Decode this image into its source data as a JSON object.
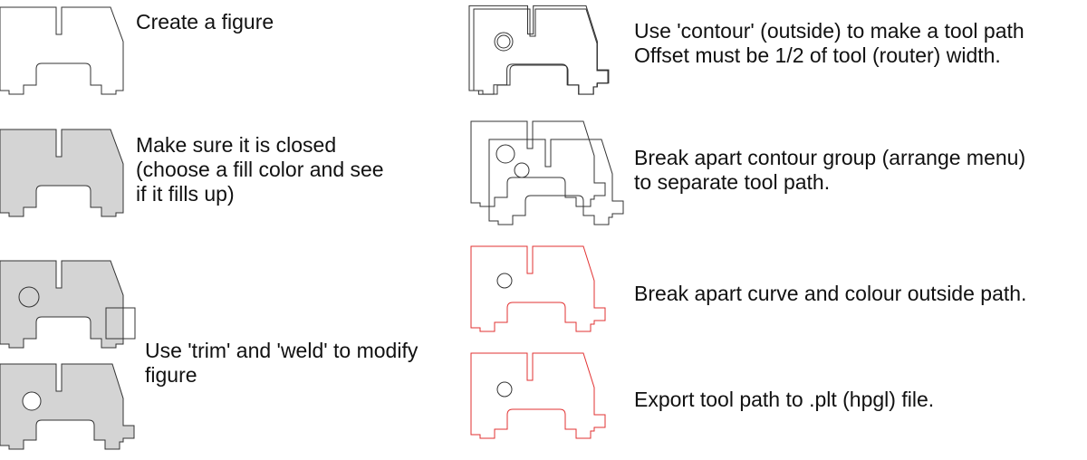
{
  "colors": {
    "outline": "#333333",
    "fill": "#d4d4d4",
    "toolpath_red": "#e23232",
    "text": "#111111"
  },
  "steps": [
    {
      "id": "create",
      "lines": [
        "Create a figure"
      ]
    },
    {
      "id": "closed",
      "lines": [
        "Make sure it is closed",
        "(choose a fill color and see",
        "if it fills up)"
      ]
    },
    {
      "id": "trim",
      "lines": [
        "Use 'trim' and 'weld' to modify",
        "figure"
      ]
    },
    {
      "id": "contour",
      "lines": [
        "Use 'contour' (outside) to make a tool path",
        "Offset must be 1/2 of tool (router) width."
      ]
    },
    {
      "id": "break-group",
      "lines": [
        "Break apart contour group (arrange menu)",
        "to separate tool path."
      ]
    },
    {
      "id": "break-curve",
      "lines": [
        "Break apart curve and colour outside path."
      ]
    },
    {
      "id": "export",
      "lines": [
        "Export tool path to .plt (hpgl) file."
      ]
    }
  ]
}
